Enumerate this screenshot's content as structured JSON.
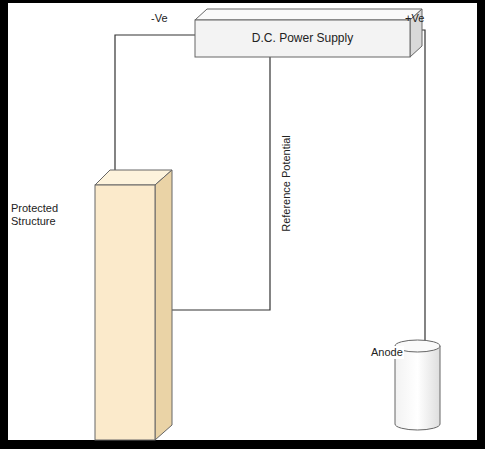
{
  "diagram": {
    "nodes": [
      {
        "text": [
          "D.C. Power Supply"
        ]
      },
      {
        "text": [
          "Protected Structure"
        ]
      },
      {
        "text": [
          "Anode"
        ]
      }
    ],
    "edges": [
      {
        "from": 0,
        "to": 1,
        "arrow": "none"
      },
      {
        "from": 0,
        "to": 2,
        "arrow": "none"
      },
      {
        "from": 0,
        "to": 1,
        "arrow": "none",
        "label": "Reference Potential"
      }
    ],
    "labels": [
      "-Ve",
      "+Ve"
    ]
  }
}
